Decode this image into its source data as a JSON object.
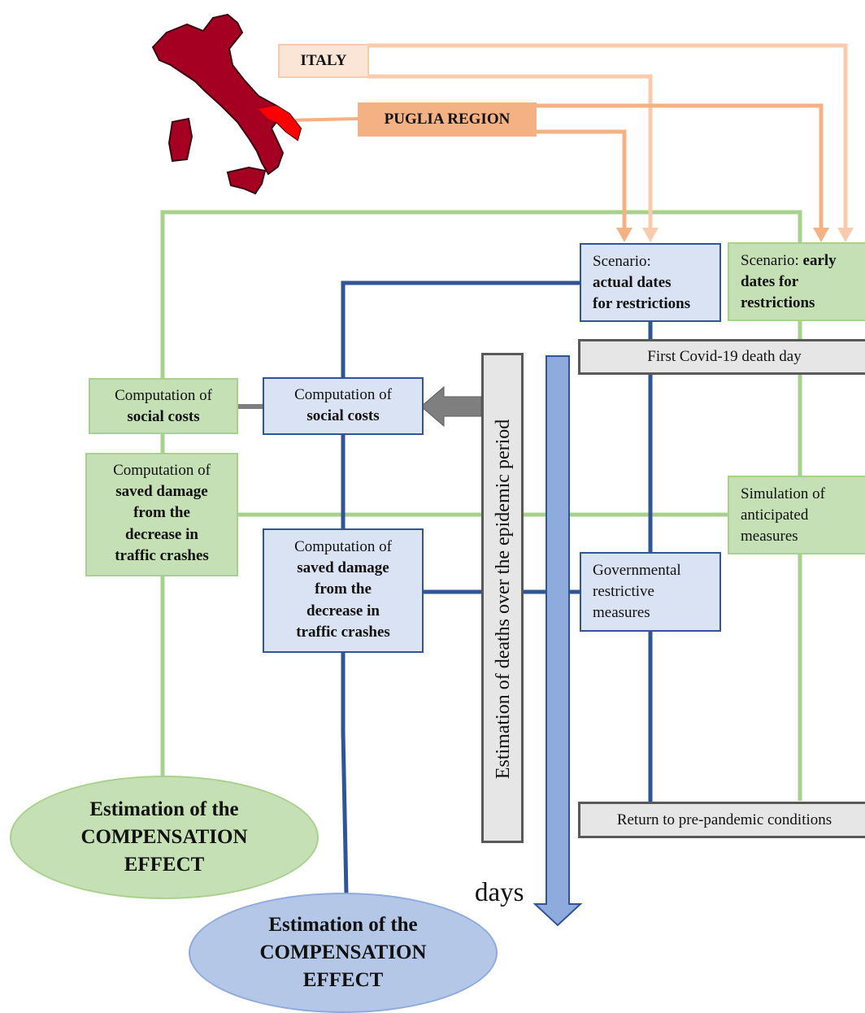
{
  "labels": {
    "italy": "ITALY",
    "puglia": "PUGLIA REGION",
    "scenario_actual": {
      "line1": "Scenario:",
      "line2": "actual dates",
      "line3": "for restrictions"
    },
    "scenario_early": {
      "line1": "Scenario: ",
      "line1b": "early",
      "line2": "dates for",
      "line3": "restrictions"
    },
    "first_death": "First Covid-19 death day",
    "social_costs_green": {
      "line1": "Computation of",
      "line2": "social costs"
    },
    "social_costs_blue": {
      "line1": "Computation of",
      "line2": "social costs"
    },
    "saved_damage_green": {
      "line1": "Computation of",
      "line2": "saved damage",
      "line3": "from the",
      "line4": "decrease in",
      "line5": "traffic crashes"
    },
    "saved_damage_blue": {
      "line1": "Computation of",
      "line2": "saved damage",
      "line3": "from the",
      "line4": "decrease in",
      "line5": "traffic crashes"
    },
    "simulation": {
      "line1": "Simulation of",
      "line2": "anticipated",
      "line3": "measures"
    },
    "governmental": {
      "line1": "Governmental",
      "line2": "restrictive",
      "line3": "measures"
    },
    "estimation_deaths": "Estimation of deaths over the epidemic period",
    "return": "Return to pre-pandemic conditions",
    "days": "days",
    "compensation_green": {
      "line1": "Estimation of the",
      "line2": "COMPENSATION",
      "line3": "EFFECT"
    },
    "compensation_blue": {
      "line1": "Estimation of the",
      "line2": "COMPENSATION",
      "line3": "EFFECT"
    }
  },
  "colors": {
    "green_line": "#a9d18e",
    "blue_line": "#2f5597",
    "orange_dark": "#f4b183",
    "orange_light": "#f8cbad",
    "italy_map": "#a50021",
    "puglia_highlight": "#ff0000",
    "time_arrow": "#8faadc"
  },
  "icons": {
    "map": "italy-map-icon"
  }
}
